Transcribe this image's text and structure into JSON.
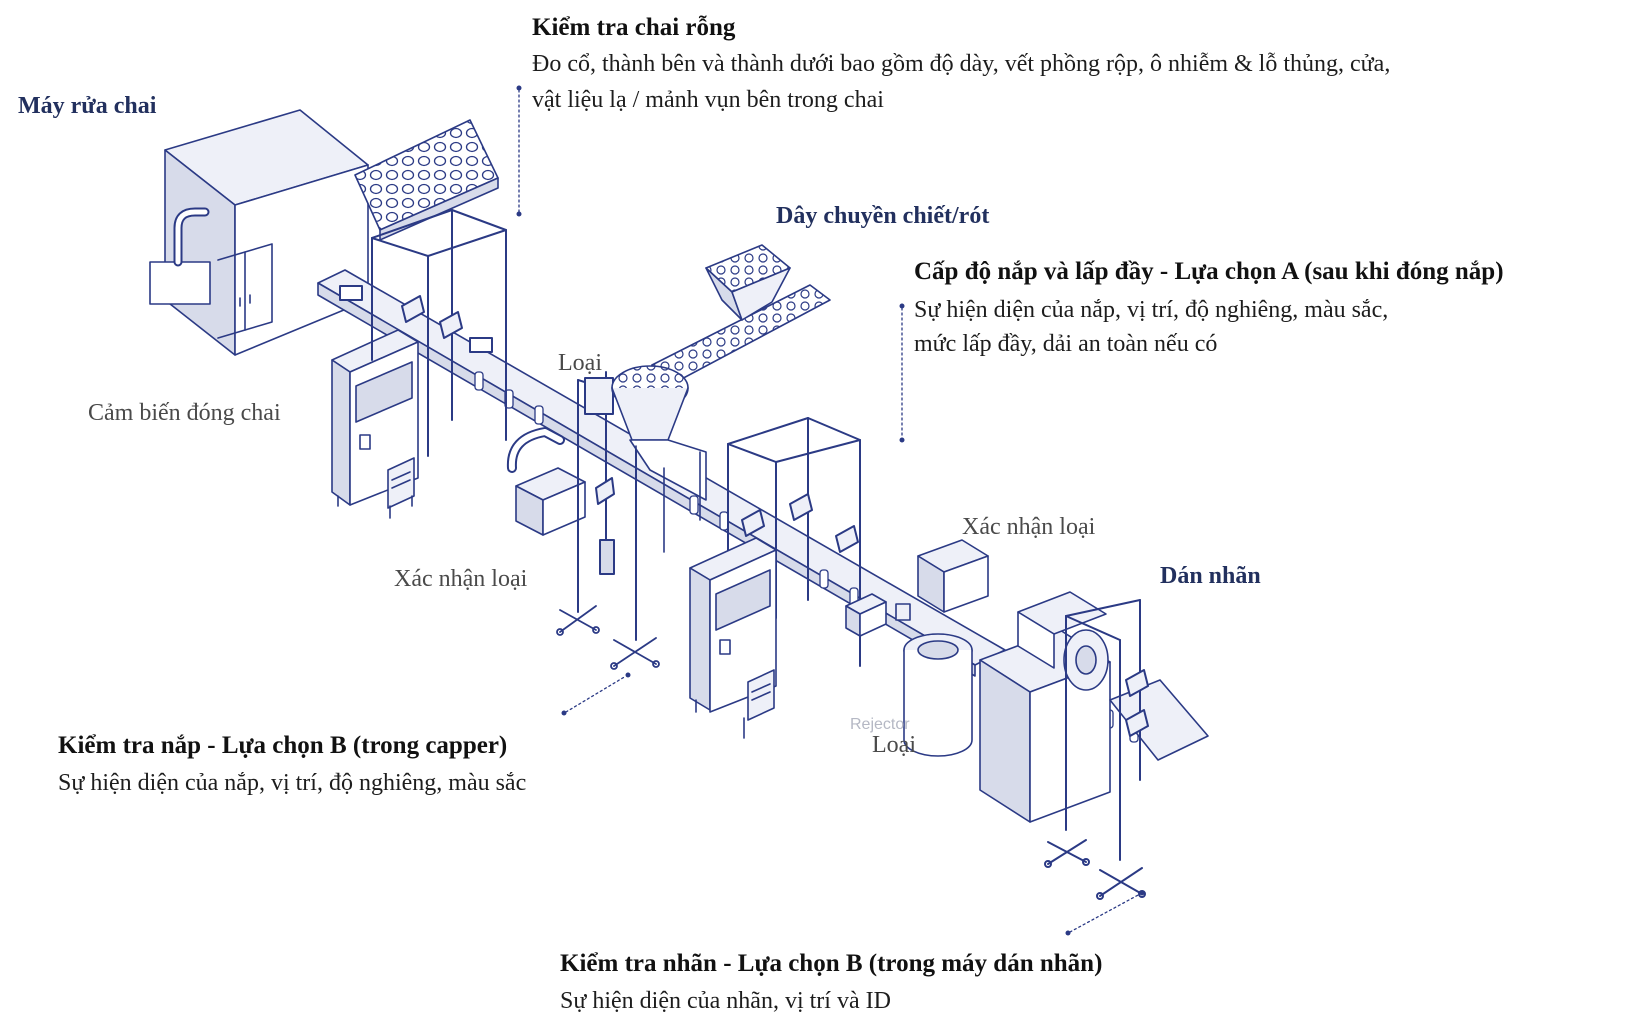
{
  "sections": {
    "washer": "Máy rửa chai",
    "filling": "Dây chuyền chiết/rót",
    "labeling": "Dán nhãn"
  },
  "callouts": {
    "empty_bottle": {
      "title": "Kiểm tra chai rỗng",
      "desc_line1": "Đo cổ, thành bên và thành dưới bao gồm độ dày, vết phồng rộp, ô nhiễm & lỗ thủng, cửa,",
      "desc_line2": "vật liệu lạ / mảnh vụn bên trong chai"
    },
    "cap_fill_a": {
      "title": "Cấp độ nắp và lấp đầy - Lựa chọn A (sau khi đóng nắp)",
      "desc_line1": "Sự hiện diện của nắp, vị trí, độ nghiêng, màu sắc,",
      "desc_line2": "mức lấp đầy, dải an toàn nếu có"
    },
    "cap_b": {
      "title": "Kiểm tra nắp - Lựa chọn B (trong capper)",
      "desc": "Sự hiện diện của nắp, vị trí, độ nghiêng, màu sắc"
    },
    "label_b": {
      "title": "Kiểm tra nhãn - Lựa chọn B (trong máy dán nhãn)",
      "desc": "Sự hiện diện của nhãn, vị trí và ID"
    }
  },
  "labels": {
    "bottle_sensor": "Cảm biến đóng chai",
    "reject_1": "Loại",
    "reject_2": "Loại",
    "confirm_reject_1": "Xác nhận loại",
    "confirm_reject_2": "Xác nhận loại",
    "rejector_stamp": "Rejector"
  },
  "colors": {
    "line": "#2b3a85",
    "fill_light": "#eef0f8",
    "fill_mid": "#d7dbea",
    "section_text": "#22305e"
  }
}
